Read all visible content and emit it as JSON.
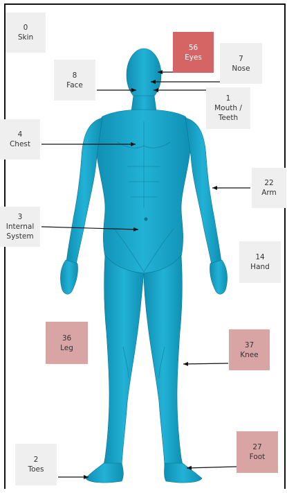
{
  "colors": {
    "body": "#1aa6cc",
    "body_shade": "#0e7fa0",
    "gray_box": "#efefef",
    "pink_box": "#d9a4a4",
    "red_box": "#d56464",
    "arrow": "#111111"
  },
  "labels": {
    "skin": {
      "count": "0",
      "name": "Skin"
    },
    "eyes": {
      "count": "56",
      "name": "Eyes"
    },
    "nose": {
      "count": "7",
      "name": "Nose"
    },
    "face": {
      "count": "8",
      "name": "Face"
    },
    "mouth": {
      "count": "1",
      "name_line1": "Mouth /",
      "name_line2": "Teeth"
    },
    "chest": {
      "count": "4",
      "name": "Chest"
    },
    "arm": {
      "count": "22",
      "name": "Arm"
    },
    "internal": {
      "count": "3",
      "name_line1": "Internal",
      "name_line2": "System"
    },
    "hand": {
      "count": "14",
      "name": "Hand"
    },
    "leg": {
      "count": "36",
      "name": "Leg"
    },
    "knee": {
      "count": "37",
      "name": "Knee"
    },
    "toes": {
      "count": "2",
      "name": "Toes"
    },
    "foot": {
      "count": "27",
      "name": "Foot"
    }
  }
}
